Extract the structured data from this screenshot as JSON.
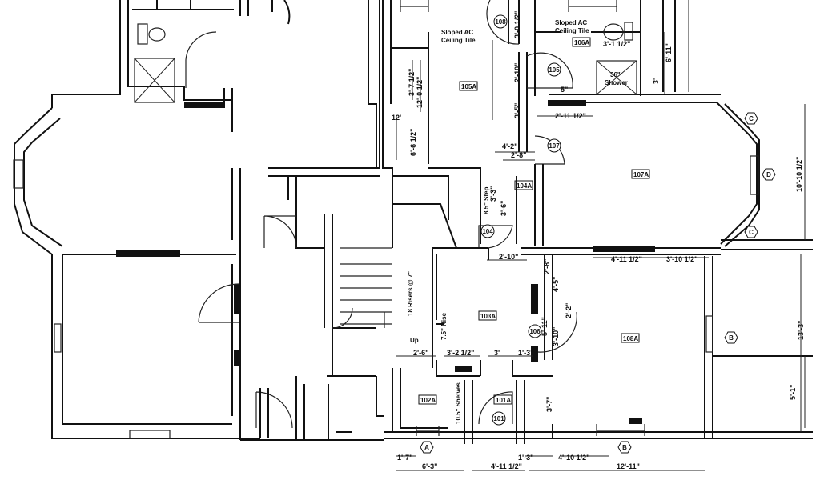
{
  "rooms": [
    "105A",
    "106A",
    "107A",
    "104A",
    "103A",
    "108A",
    "102A",
    "101A"
  ],
  "doors": [
    "108",
    "105",
    "107",
    "104",
    "106",
    "101"
  ],
  "windows": [
    "C",
    "D",
    "C",
    "B",
    "A",
    "B"
  ],
  "notes": {
    "sloped_ceiling_1": [
      "Sloped AC",
      "Ceiling Tile"
    ],
    "sloped_ceiling_2": [
      "Sloped AC",
      "Ceiling Tile"
    ],
    "shower": [
      "36\"",
      "Shower"
    ],
    "up": "Up",
    "shelves": "10.5\" Shelves",
    "step": "8.5\" Step",
    "rise": "7.5\" Rise",
    "risers": "18 Risers @ 7\""
  },
  "dimensions": {
    "d1": "3'-0 1/2\"",
    "d2": "2'-10\"",
    "d3": "3'-5\"",
    "d4": "5\"",
    "d5": "2'-11 1/2\"",
    "d6": "3'-1 1/2\"",
    "d7": "6'-11\"",
    "d8": "3'",
    "d9": "3'-7 1/2\"",
    "d10": "12'-0 1/2\"",
    "d11": "12'",
    "d12": "6'-6 1/2\"",
    "d13": "4'-2\"",
    "d14": "2'-8\"",
    "d15": "3'-3\"",
    "d16": "3'-6\"",
    "d17": "2'-10\"",
    "d18": "2'-8\"",
    "d19": "4'-5\"",
    "d20": "5'-11\"",
    "d21": "3'-10\"",
    "d22": "2'-2\"",
    "d23": "2'-6\"",
    "d24": "3'-2 1/2\"",
    "d25": "3'",
    "d26": "1'-3\"",
    "d27": "3'-7\"",
    "d28": "4'-11 1/2\"",
    "d29": "3'-10 1/2\"",
    "d30": "10'-10 1/2\"",
    "d31": "13'-3\"",
    "d32": "5'-1\"",
    "d33": "1'-7\"",
    "d34": "6'-3\"",
    "d35": "4'-11 1/2\"",
    "d36": "1'-3\"",
    "d37": "4'-10 1/2\"",
    "d38": "12'-11\""
  }
}
